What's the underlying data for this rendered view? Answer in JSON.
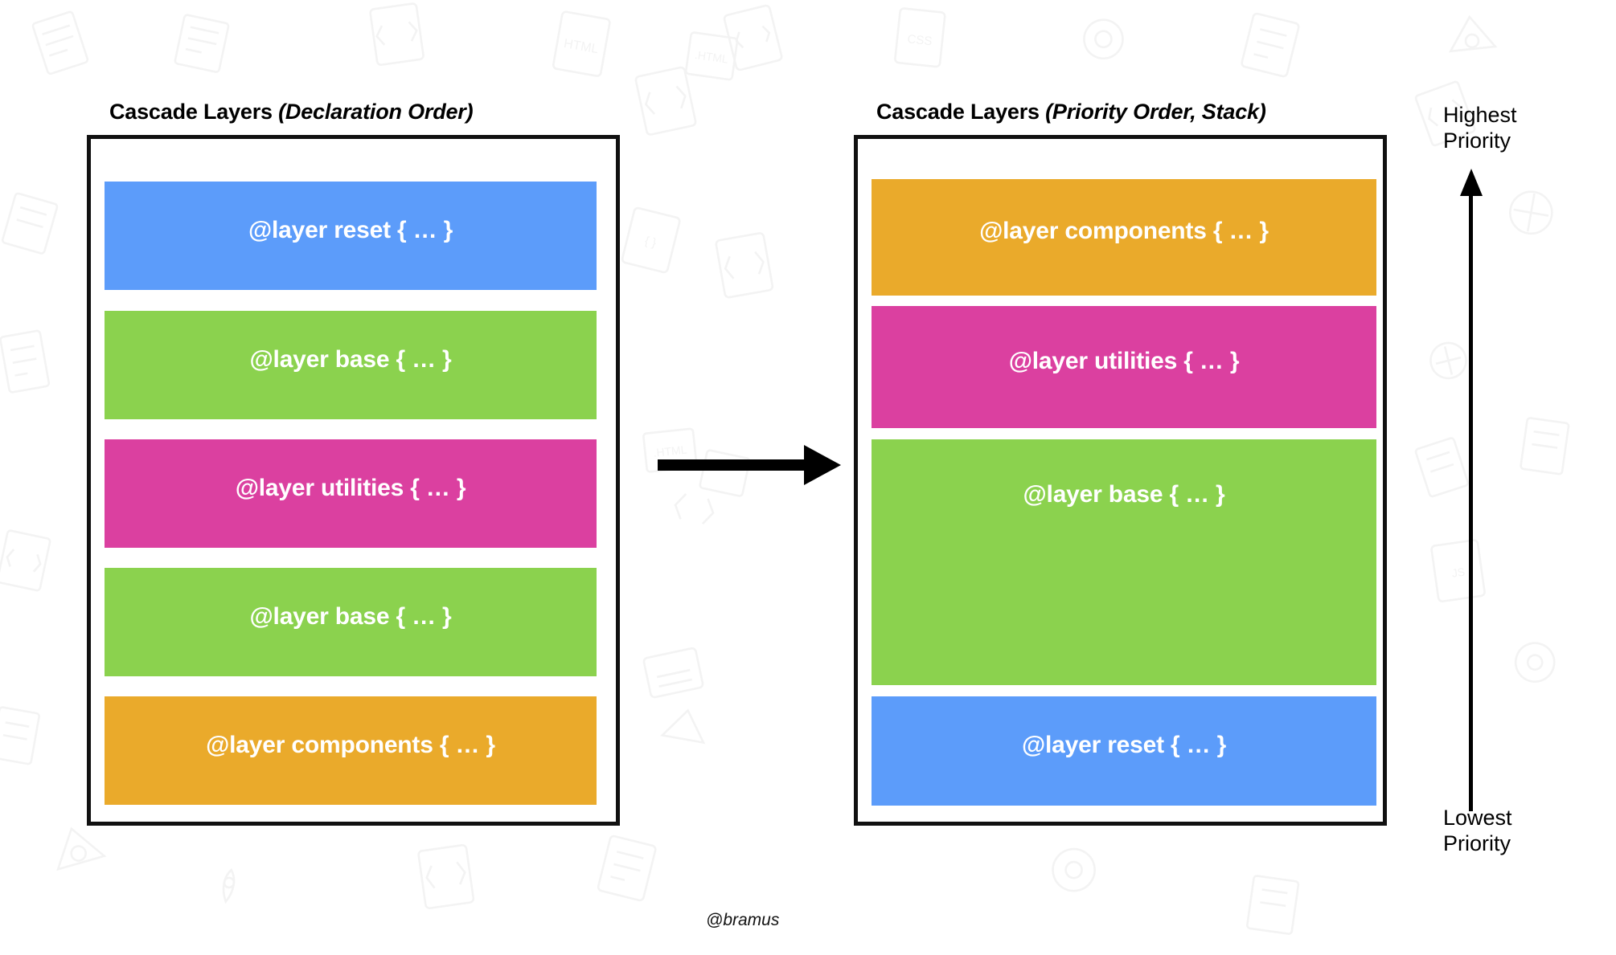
{
  "diagram": {
    "credit": "@bramus",
    "colors": {
      "blue": "#5C9CFA",
      "green": "#8BD24E",
      "pink": "#DB40A0",
      "orange": "#EAAA2B",
      "border": "#111111",
      "background": "#FFFFFF",
      "text_on_block": "#FFFFFF"
    },
    "panels": [
      {
        "id": "declaration",
        "title_main": "Cascade Layers ",
        "title_order": "(Declaration Order)",
        "blocks": [
          {
            "label": "@layer reset { … }",
            "color_name": "blue",
            "color": "#5C9CFA"
          },
          {
            "label": "@layer base { … }",
            "color_name": "green",
            "color": "#8BD24E"
          },
          {
            "label": "@layer utilities { … }",
            "color_name": "pink",
            "color": "#DB40A0"
          },
          {
            "label": "@layer base { … }",
            "color_name": "green",
            "color": "#8BD24E"
          },
          {
            "label": "@layer components { … }",
            "color_name": "orange",
            "color": "#EAAA2B"
          }
        ]
      },
      {
        "id": "priority",
        "title_main": "Cascade Layers ",
        "title_order": "(Priority Order, Stack)",
        "blocks": [
          {
            "label": "@layer components { … }",
            "color_name": "orange",
            "color": "#EAAA2B"
          },
          {
            "label": "@layer utilities { … }",
            "color_name": "pink",
            "color": "#DB40A0"
          },
          {
            "label": "@layer base { … }",
            "color_name": "green",
            "color": "#8BD24E"
          },
          {
            "label": "@layer reset { … }",
            "color_name": "blue",
            "color": "#5C9CFA"
          }
        ]
      }
    ],
    "axis": {
      "top_label": "Highest\nPriority",
      "top_label_line1": "Highest",
      "top_label_line2": "Priority",
      "bottom_label_line1": "Lowest",
      "bottom_label_line2": "Priority",
      "direction": "up"
    },
    "transform_arrow": {
      "direction": "right",
      "label": ""
    }
  }
}
